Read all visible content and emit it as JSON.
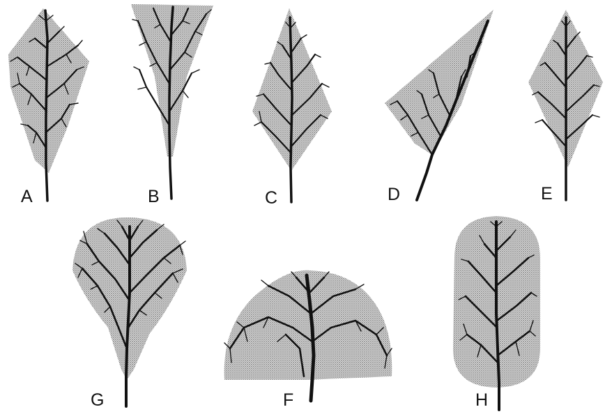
{
  "colors": {
    "ink": "#111111",
    "stipple": "#bdbdbd"
  },
  "panels": [
    {
      "id": "A",
      "label": "A",
      "shape": "diamond-leaf"
    },
    {
      "id": "B",
      "label": "B",
      "shape": "inverted-triangle"
    },
    {
      "id": "C",
      "label": "C",
      "shape": "rhombus"
    },
    {
      "id": "D",
      "label": "D",
      "shape": "slanted-triangle"
    },
    {
      "id": "E",
      "label": "E",
      "shape": "rhombus"
    },
    {
      "id": "G",
      "label": "G",
      "shape": "fan"
    },
    {
      "id": "F",
      "label": "F",
      "shape": "semicircle"
    },
    {
      "id": "H",
      "label": "H",
      "shape": "oval"
    }
  ]
}
